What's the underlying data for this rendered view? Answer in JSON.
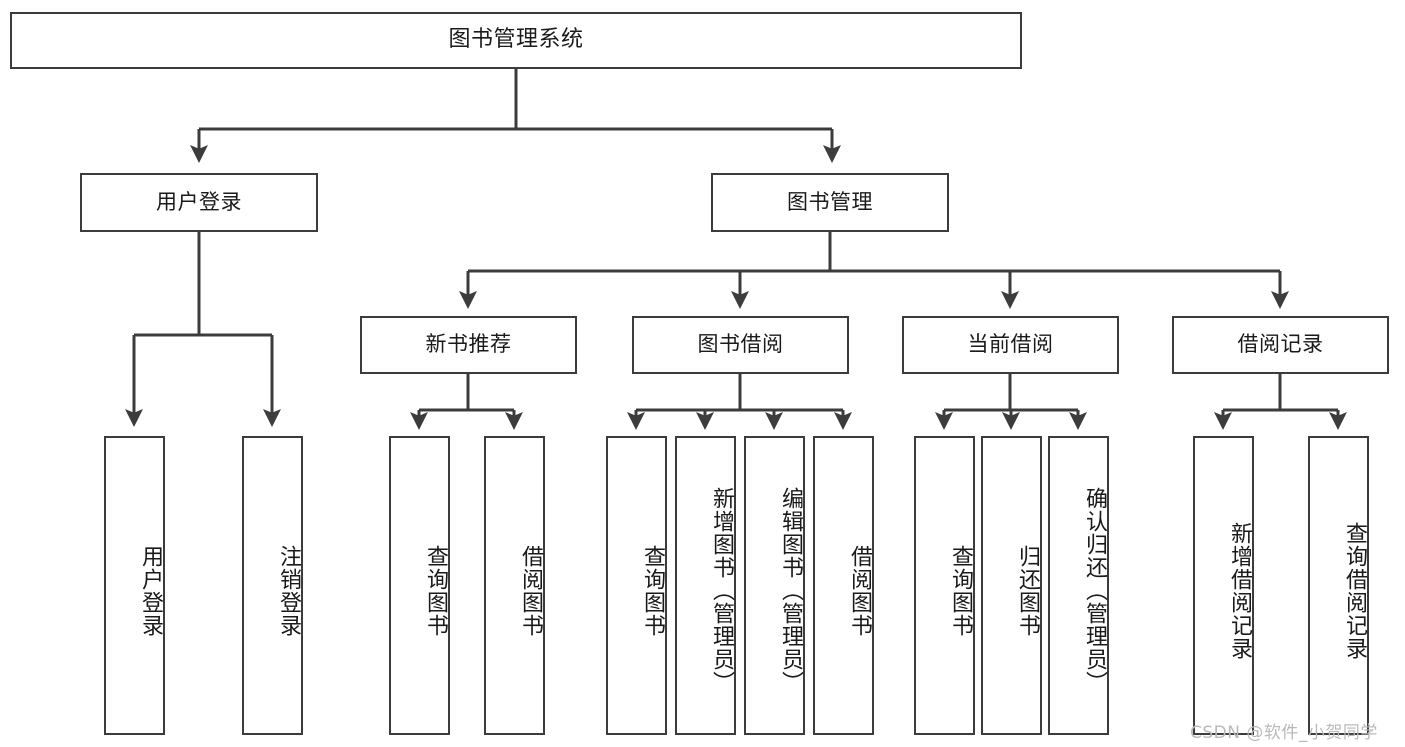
{
  "diagram": {
    "title": "图书管理系统",
    "type": "tree-hierarchy",
    "background_color": "#ffffff",
    "line_color": "#3c3c3c",
    "text_color": "#1a1a1a"
  },
  "root": {
    "label": "图书管理系统"
  },
  "level1": [
    {
      "label": "用户登录"
    },
    {
      "label": "图书管理"
    }
  ],
  "level2": [
    {
      "label": "新书推荐"
    },
    {
      "label": "图书借阅"
    },
    {
      "label": "当前借阅"
    },
    {
      "label": "借阅记录"
    }
  ],
  "leaves": {
    "user_login": [
      {
        "label": "用户登录"
      },
      {
        "label": "注销登录"
      }
    ],
    "new_book_recommend": [
      {
        "label": "查询图书"
      },
      {
        "label": "借阅图书"
      }
    ],
    "book_borrow": [
      {
        "label": "查询图书"
      },
      {
        "label": "新增图书（管理员）"
      },
      {
        "label": "编辑图书（管理员）"
      },
      {
        "label": "借阅图书"
      }
    ],
    "current_borrow": [
      {
        "label": "查询图书"
      },
      {
        "label": "归还图书"
      },
      {
        "label": "确认归还（管理员）"
      }
    ],
    "borrow_record": [
      {
        "label": "新增借阅记录"
      },
      {
        "label": "查询借阅记录"
      }
    ]
  },
  "watermark": {
    "text": "CSDN @软件_小贺同学"
  }
}
